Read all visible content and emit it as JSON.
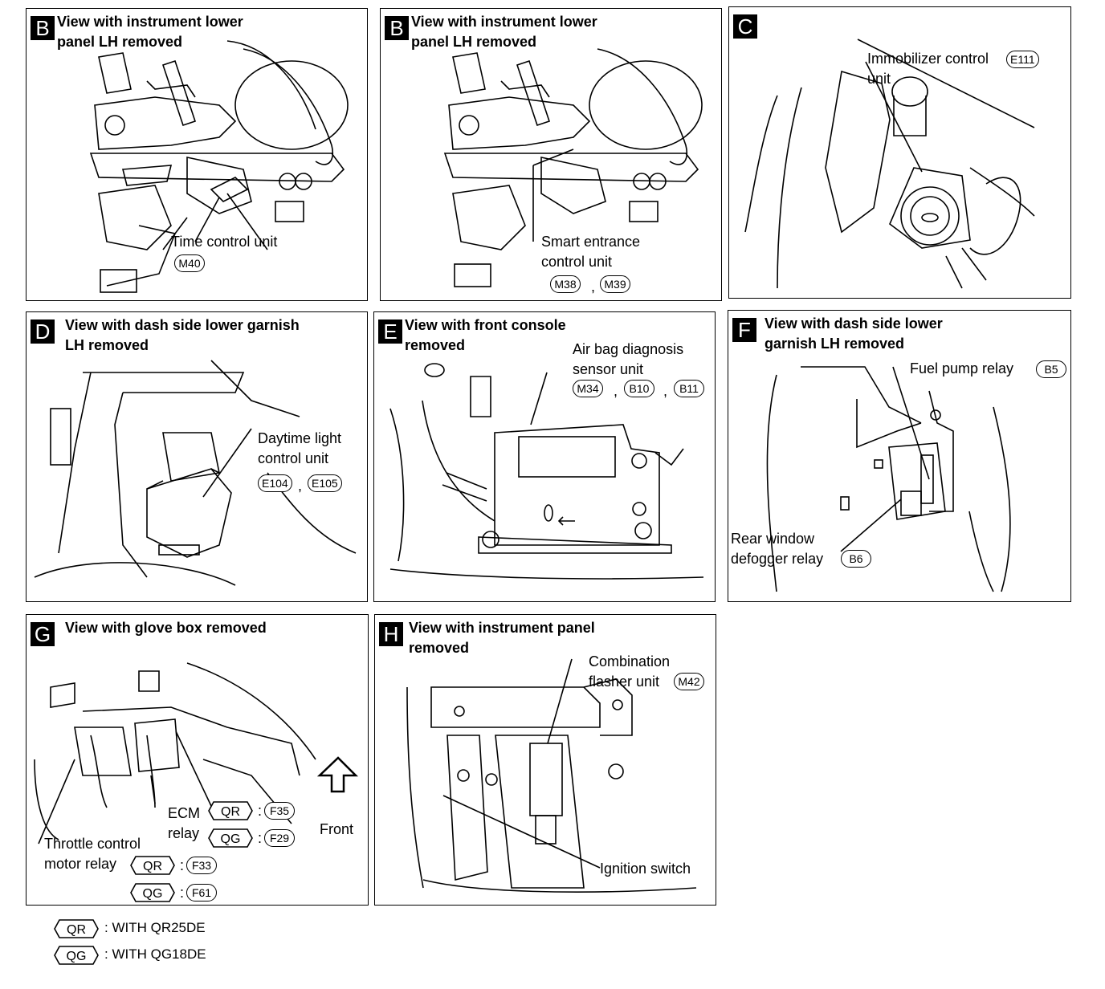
{
  "panels": {
    "B1": {
      "letter": "B",
      "title": "View with instrument lower\npanel LH removed",
      "label": "Time control unit",
      "connectors": [
        "M40"
      ]
    },
    "B2": {
      "letter": "B",
      "title": "View with instrument lower\npanel LH removed",
      "label": "Smart entrance\ncontrol unit",
      "connectors": [
        "M38",
        "M39"
      ],
      "sep": ","
    },
    "C": {
      "letter": "C",
      "label": "Immobilizer control\nunit",
      "connectors": [
        "E111"
      ]
    },
    "D": {
      "letter": "D",
      "title": "View with dash side lower garnish\nLH removed",
      "label": "Daytime light\ncontrol unit",
      "connectors": [
        "E104",
        "E105"
      ],
      "sep": ","
    },
    "E": {
      "letter": "E",
      "title": "View with front console\nremoved",
      "label": "Air bag diagnosis\nsensor unit",
      "connectors": [
        "M34",
        "B10",
        "B11"
      ],
      "sep": ","
    },
    "F": {
      "letter": "F",
      "title": "View with dash side lower\ngarnish LH removed",
      "label1": "Fuel pump relay",
      "connector1": "B5",
      "label2": "Rear window\ndefogger relay",
      "connector2": "B6"
    },
    "G": {
      "letter": "G",
      "title": "View with glove box removed",
      "ecm_label": "ECM\nrelay",
      "ecm_rows": [
        {
          "engine": "QR",
          "conn": "F35"
        },
        {
          "engine": "QG",
          "conn": "F29"
        }
      ],
      "throttle_label": "Throttle control\nmotor relay",
      "throttle_rows": [
        {
          "engine": "QR",
          "conn": "F33"
        },
        {
          "engine": "QG",
          "conn": "F61"
        }
      ],
      "colon": ":",
      "front": "Front"
    },
    "H": {
      "letter": "H",
      "title": "View with instrument panel\nremoved",
      "label1": "Combination\nflasher unit",
      "connector1": "M42",
      "label2": "Ignition switch"
    }
  },
  "legend": [
    {
      "code": "QR",
      "text": ": WITH QR25DE"
    },
    {
      "code": "QG",
      "text": ": WITH QG18DE"
    }
  ]
}
